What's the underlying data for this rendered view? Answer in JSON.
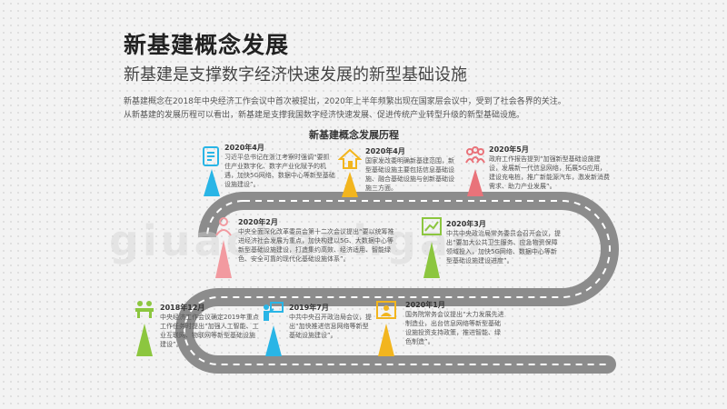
{
  "title": "新基建概念发展",
  "subtitle": "新基建是支撑数字经济快速发展的新型基础设施",
  "intro_line1": "新基建概念在2018年中央经济工作会议中首次被提出，2020年上半年频繁出现在国家层会议中，受到了社会各界的关注。",
  "intro_line2": "从新基建的发展历程可以看出，新基建是支撑我国数字经济快速发展、促进传统产业转型升级的新型基础设施。",
  "section_title": "新基建概念发展历程",
  "events": [
    {
      "date": "2020年4月",
      "text": "习近平总书记在浙江考察时强调“要抓住产业数字化、数字产业化赋予的机遇，加快5G网络、数据中心等新型基础设施建设”。",
      "color": "#29b5e6",
      "icon": "document-icon"
    },
    {
      "date": "2020年4月",
      "text": "国家发改委明确新基建范围，新型基础设施主要包括信息基础设施、融合基础设施与创新基础设施三方面。",
      "color": "#f2b51e",
      "icon": "house-icon"
    },
    {
      "date": "2020年5月",
      "text": "政府工作报告提到“加强新型基础设施建设，发展新一代信息网络，拓展5G应用，建设充电桩，推广新能源汽车，激发新消费需求、助力产业发展”。",
      "color": "#e9737a",
      "icon": "people-icon"
    },
    {
      "date": "2020年2月",
      "text": "中央全面深化改革委员会第十二次会议提出“要以统筹推进经济社会发展为重点，加快构建以5G、大数据中心等新型基础设施建设，打造集约高效、经济适用、智能绿色、安全可靠的现代化基础设施体系”。",
      "color": "#f29aa0",
      "icon": "person-icon"
    },
    {
      "date": "2020年3月",
      "text": "中共中央政治局常务委员会召开会议，提出“要加大公共卫生服务、应急物资保障领域投入，加快5G网络、数据中心等新型基础设施建设进度”。",
      "color": "#8cc63f",
      "icon": "chart-icon"
    },
    {
      "date": "2018年12月",
      "text": "中央经济工作会议确定2019年重点工作任务时提出“加强人工智能、工业互联网、物联网等新型基础设施建设”。",
      "color": "#8cc63f",
      "icon": "group-icon"
    },
    {
      "date": "2019年7月",
      "text": "中共中央召开政治局会议，提出“加快推进信息网络等新型基础设施建设”。",
      "color": "#29b5e6",
      "icon": "presenter-icon"
    },
    {
      "date": "2020年1月",
      "text": "国务院常务会议提出“大力发展先进制造业，出台信息网络等新型基础设施投资支持政策，推进智能、绿色制造”。",
      "color": "#f2b51e",
      "icon": "meeting-icon"
    }
  ],
  "watermark": "giuachanhgaoyu"
}
